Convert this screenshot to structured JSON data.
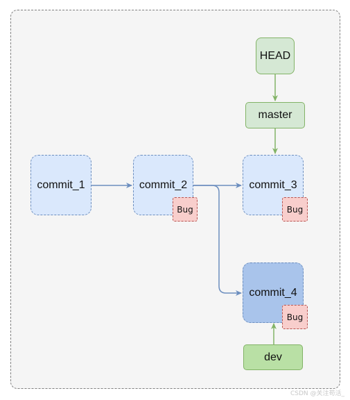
{
  "diagram": {
    "commits": [
      {
        "id": "commit_1",
        "label": "commit_1"
      },
      {
        "id": "commit_2",
        "label": "commit_2",
        "tag": "Bug"
      },
      {
        "id": "commit_3",
        "label": "commit_3",
        "tag": "Bug"
      },
      {
        "id": "commit_4",
        "label": "commit_4",
        "tag": "Bug",
        "highlighted": true
      }
    ],
    "refs": {
      "head": "HEAD",
      "master": "master",
      "dev": "dev"
    },
    "edges": [
      {
        "from": "commit_1",
        "to": "commit_2"
      },
      {
        "from": "commit_2",
        "to": "commit_3"
      },
      {
        "from": "commit_2",
        "to": "commit_4"
      },
      {
        "from": "HEAD",
        "to": "master"
      },
      {
        "from": "master",
        "to": "commit_3"
      },
      {
        "from": "dev",
        "to": "commit_4"
      }
    ],
    "colors": {
      "commit_fill": "#dae8fc",
      "commit_active_fill": "#a9c4eb",
      "commit_stroke": "#6c8ebf",
      "ref_fill": "#d5e8d4",
      "dev_fill": "#b9e0a5",
      "ref_stroke": "#82b366",
      "bug_fill": "#f8cecc",
      "bug_stroke": "#b85450"
    }
  },
  "watermark": "CSDN @关注苟活_"
}
